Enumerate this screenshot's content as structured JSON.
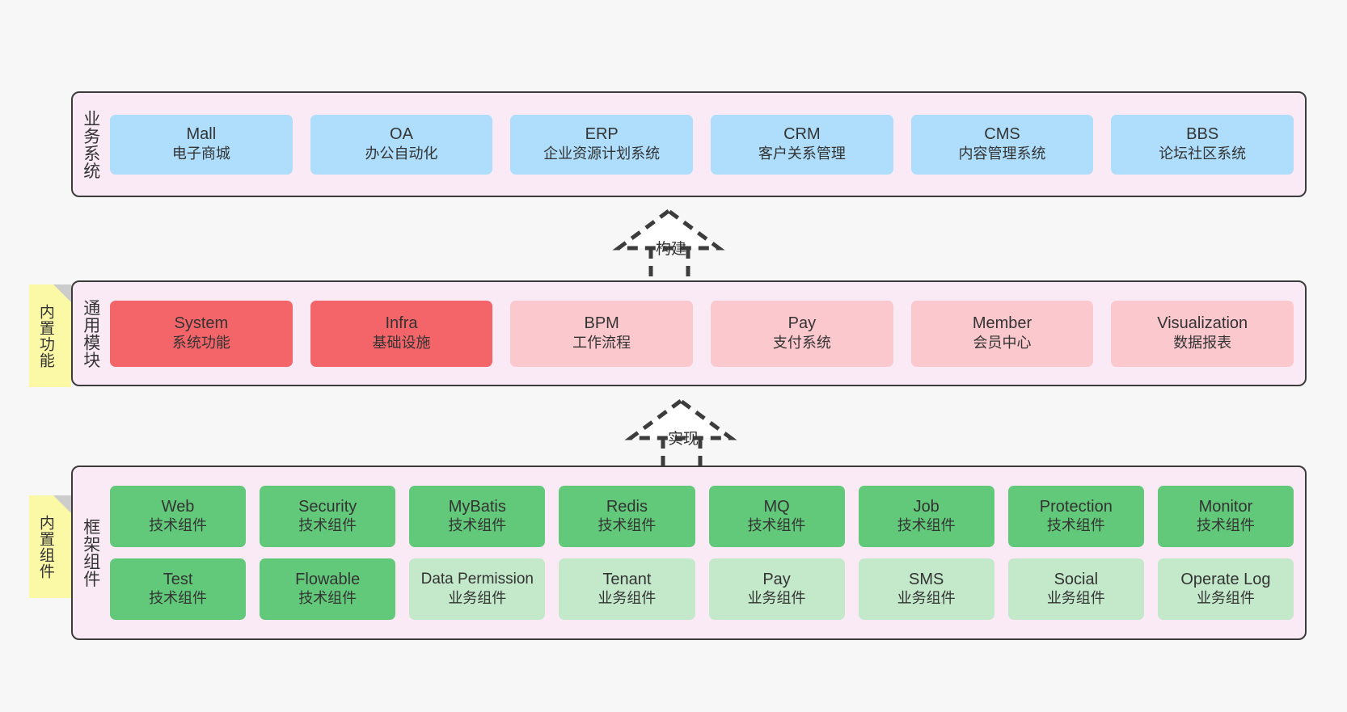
{
  "page": {
    "background": "#f7f7f7",
    "panel_fill": "#faeaf5",
    "panel_border": "#3c3c3c",
    "text_color": "#333333"
  },
  "notes": [
    {
      "id": "note-builtin-features",
      "text": "内置功能",
      "fill": "#fbf8a6",
      "fold": "#cccccc"
    },
    {
      "id": "note-builtin-components",
      "text": "内置组件",
      "fill": "#fbf8a6",
      "fold": "#cccccc"
    }
  ],
  "layers": [
    {
      "id": "business-systems",
      "label": "业务系统",
      "rows": [
        [
          {
            "title": "Mall",
            "sub": "电子商城",
            "fill": "#aedefb"
          },
          {
            "title": "OA",
            "sub": "办公自动化",
            "fill": "#aedefb"
          },
          {
            "title": "ERP",
            "sub": "企业资源计划系统",
            "fill": "#aedefb"
          },
          {
            "title": "CRM",
            "sub": "客户关系管理",
            "fill": "#aedefb"
          },
          {
            "title": "CMS",
            "sub": "内容管理系统",
            "fill": "#aedefb"
          },
          {
            "title": "BBS",
            "sub": "论坛社区系统",
            "fill": "#aedefb"
          }
        ]
      ]
    },
    {
      "id": "common-modules",
      "label": "通用模块",
      "rows": [
        [
          {
            "title": "System",
            "sub": "系统功能",
            "fill": "#f4656a"
          },
          {
            "title": "Infra",
            "sub": "基础设施",
            "fill": "#f4656a"
          },
          {
            "title": "BPM",
            "sub": "工作流程",
            "fill": "#fbc8ce"
          },
          {
            "title": "Pay",
            "sub": "支付系统",
            "fill": "#fbc8ce"
          },
          {
            "title": "Member",
            "sub": "会员中心",
            "fill": "#fbc8ce"
          },
          {
            "title": "Visualization",
            "sub": "数据报表",
            "fill": "#fbc8ce"
          }
        ]
      ]
    },
    {
      "id": "framework-components",
      "label": "框架组件",
      "rows": [
        [
          {
            "title": "Web",
            "sub": "技术组件",
            "fill": "#62c97a"
          },
          {
            "title": "Security",
            "sub": "技术组件",
            "fill": "#62c97a"
          },
          {
            "title": "MyBatis",
            "sub": "技术组件",
            "fill": "#62c97a"
          },
          {
            "title": "Redis",
            "sub": "技术组件",
            "fill": "#62c97a"
          },
          {
            "title": "MQ",
            "sub": "技术组件",
            "fill": "#62c97a"
          },
          {
            "title": "Job",
            "sub": "技术组件",
            "fill": "#62c97a"
          },
          {
            "title": "Protection",
            "sub": "技术组件",
            "fill": "#62c97a"
          },
          {
            "title": "Monitor",
            "sub": "技术组件",
            "fill": "#62c97a"
          }
        ],
        [
          {
            "title": "Test",
            "sub": "技术组件",
            "fill": "#62c97a"
          },
          {
            "title": "Flowable",
            "sub": "技术组件",
            "fill": "#62c97a"
          },
          {
            "title": "Data Permission",
            "sub": "业务组件",
            "fill": "#c3e8ca"
          },
          {
            "title": "Tenant",
            "sub": "业务组件",
            "fill": "#c3e8ca"
          },
          {
            "title": "Pay",
            "sub": "业务组件",
            "fill": "#c3e8ca"
          },
          {
            "title": "SMS",
            "sub": "业务组件",
            "fill": "#c3e8ca"
          },
          {
            "title": "Social",
            "sub": "业务组件",
            "fill": "#c3e8ca"
          },
          {
            "title": "Operate Log",
            "sub": "业务组件",
            "fill": "#c3e8ca"
          }
        ]
      ]
    }
  ],
  "connectors": [
    {
      "id": "connector-build",
      "label": "构建",
      "style": "dashed-generalization"
    },
    {
      "id": "connector-implement",
      "label": "实现",
      "style": "dashed-generalization"
    }
  ]
}
